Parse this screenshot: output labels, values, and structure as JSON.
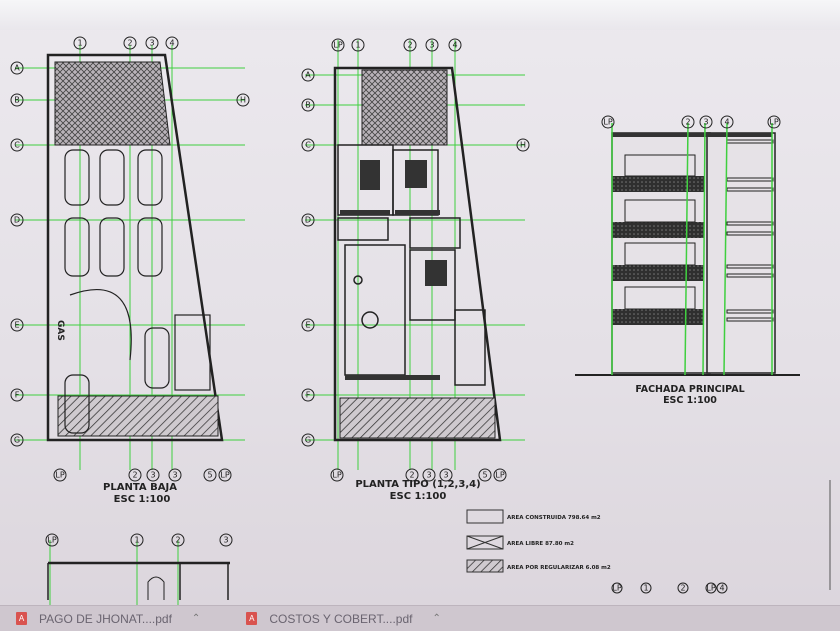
{
  "drawings": {
    "planta_baja": {
      "title": "PLANTA BAJA",
      "scale": "ESC 1:100",
      "gas_label": "GAS",
      "top_axes": [
        "1",
        "2",
        "3",
        "4"
      ],
      "bottom_axes": [
        "LP",
        "2",
        "3",
        "3",
        "5",
        "LP"
      ],
      "side_axes": [
        "A",
        "B",
        "C",
        "D",
        "E",
        "F",
        "G",
        "H"
      ]
    },
    "planta_tipo": {
      "title": "PLANTA TIPO (1,2,3,4)",
      "scale": "ESC 1:100",
      "top_axes": [
        "LP",
        "1",
        "2",
        "3",
        "4"
      ],
      "bottom_axes": [
        "LP",
        "2",
        "3",
        "3",
        "5",
        "LP"
      ],
      "side_axes": [
        "A",
        "B",
        "C",
        "D",
        "E",
        "F",
        "G",
        "H"
      ]
    },
    "fachada": {
      "title": "FACHADA PRINCIPAL",
      "scale": "ESC 1:100",
      "top_axes": [
        "LP",
        "2",
        "3",
        "4",
        "LP"
      ]
    },
    "corte": {
      "top_axes": [
        "LP",
        "1",
        "2",
        "3"
      ]
    }
  },
  "legend": [
    {
      "pattern": "plain",
      "label": "AREA CONSTRUIDA 798.64 m2"
    },
    {
      "pattern": "cross",
      "label": "AREA LIBRE 87.80 m2"
    },
    {
      "pattern": "hatch",
      "label": "AREA POR REGULARIZAR 6.08 m2"
    }
  ],
  "legend_axes": [
    "LP",
    "1",
    "2",
    "LP",
    "4"
  ],
  "taskbar": {
    "downloads": [
      {
        "name": "PAGO DE JHONAT....pdf",
        "icon": "pdf-icon"
      },
      {
        "name": "COSTOS Y COBERT....pdf",
        "icon": "pdf-icon"
      }
    ]
  },
  "colors": {
    "grid_green": "#3fcf3f",
    "ink": "#222222"
  }
}
